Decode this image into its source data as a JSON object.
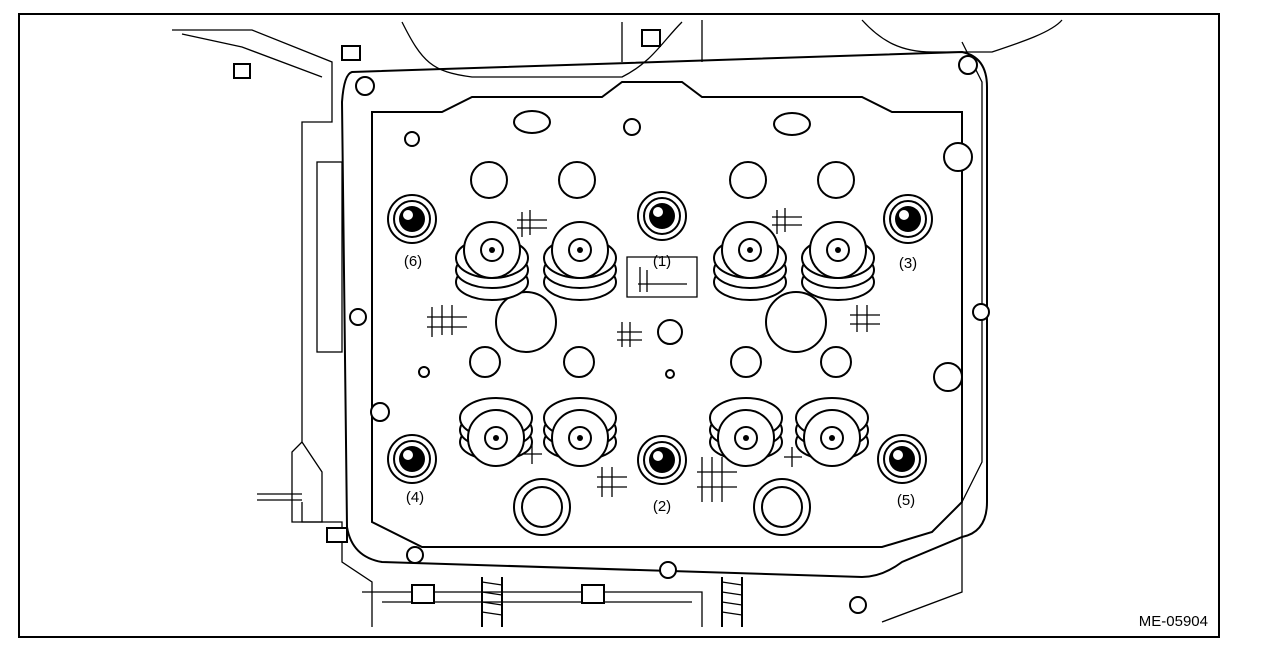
{
  "figure": {
    "id": "ME-05904",
    "callouts": [
      "(1)",
      "(2)",
      "(3)",
      "(4)",
      "(5)",
      "(6)"
    ]
  }
}
